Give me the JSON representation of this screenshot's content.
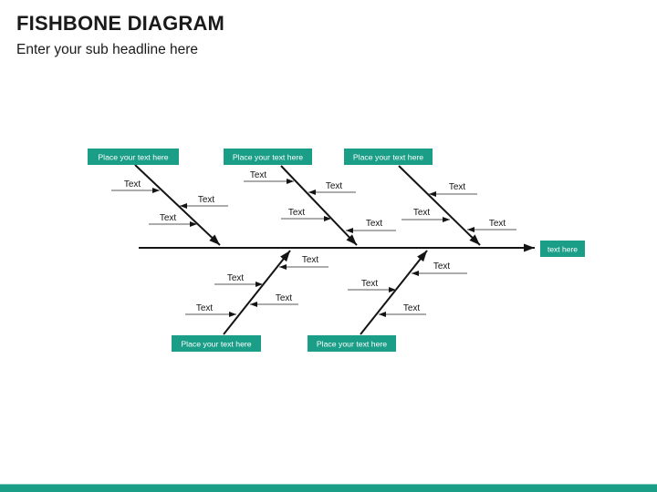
{
  "slide": {
    "title": "FISHBONE DIAGRAM",
    "subtitle": "Enter your sub headline here"
  },
  "colors": {
    "accent_teal": "#1b9e87",
    "line_black": "#141414",
    "sub_line_gray": "#595959"
  },
  "diagram": {
    "effect_box": {
      "label": "text here"
    },
    "branches": [
      {
        "name": "top-branch-1",
        "box_label": "Place your text here",
        "sub_arrows": [
          {
            "label": "Text"
          },
          {
            "label": "Text"
          },
          {
            "label": "Text"
          }
        ]
      },
      {
        "name": "top-branch-2",
        "box_label": "Place your text here",
        "sub_arrows": [
          {
            "label": "Text"
          },
          {
            "label": "Text"
          },
          {
            "label": "Text"
          },
          {
            "label": "Text"
          }
        ]
      },
      {
        "name": "top-branch-3",
        "box_label": "Place your text here",
        "sub_arrows": [
          {
            "label": "Text"
          },
          {
            "label": "Text"
          },
          {
            "label": "Text"
          }
        ]
      },
      {
        "name": "bottom-branch-1",
        "box_label": "Place your text here",
        "sub_arrows": [
          {
            "label": "Text"
          },
          {
            "label": "Text"
          },
          {
            "label": "Text"
          },
          {
            "label": "Text"
          }
        ]
      },
      {
        "name": "bottom-branch-2",
        "box_label": "Place your text here",
        "sub_arrows": [
          {
            "label": "Text"
          },
          {
            "label": "Text"
          },
          {
            "label": "Text"
          }
        ]
      }
    ]
  }
}
